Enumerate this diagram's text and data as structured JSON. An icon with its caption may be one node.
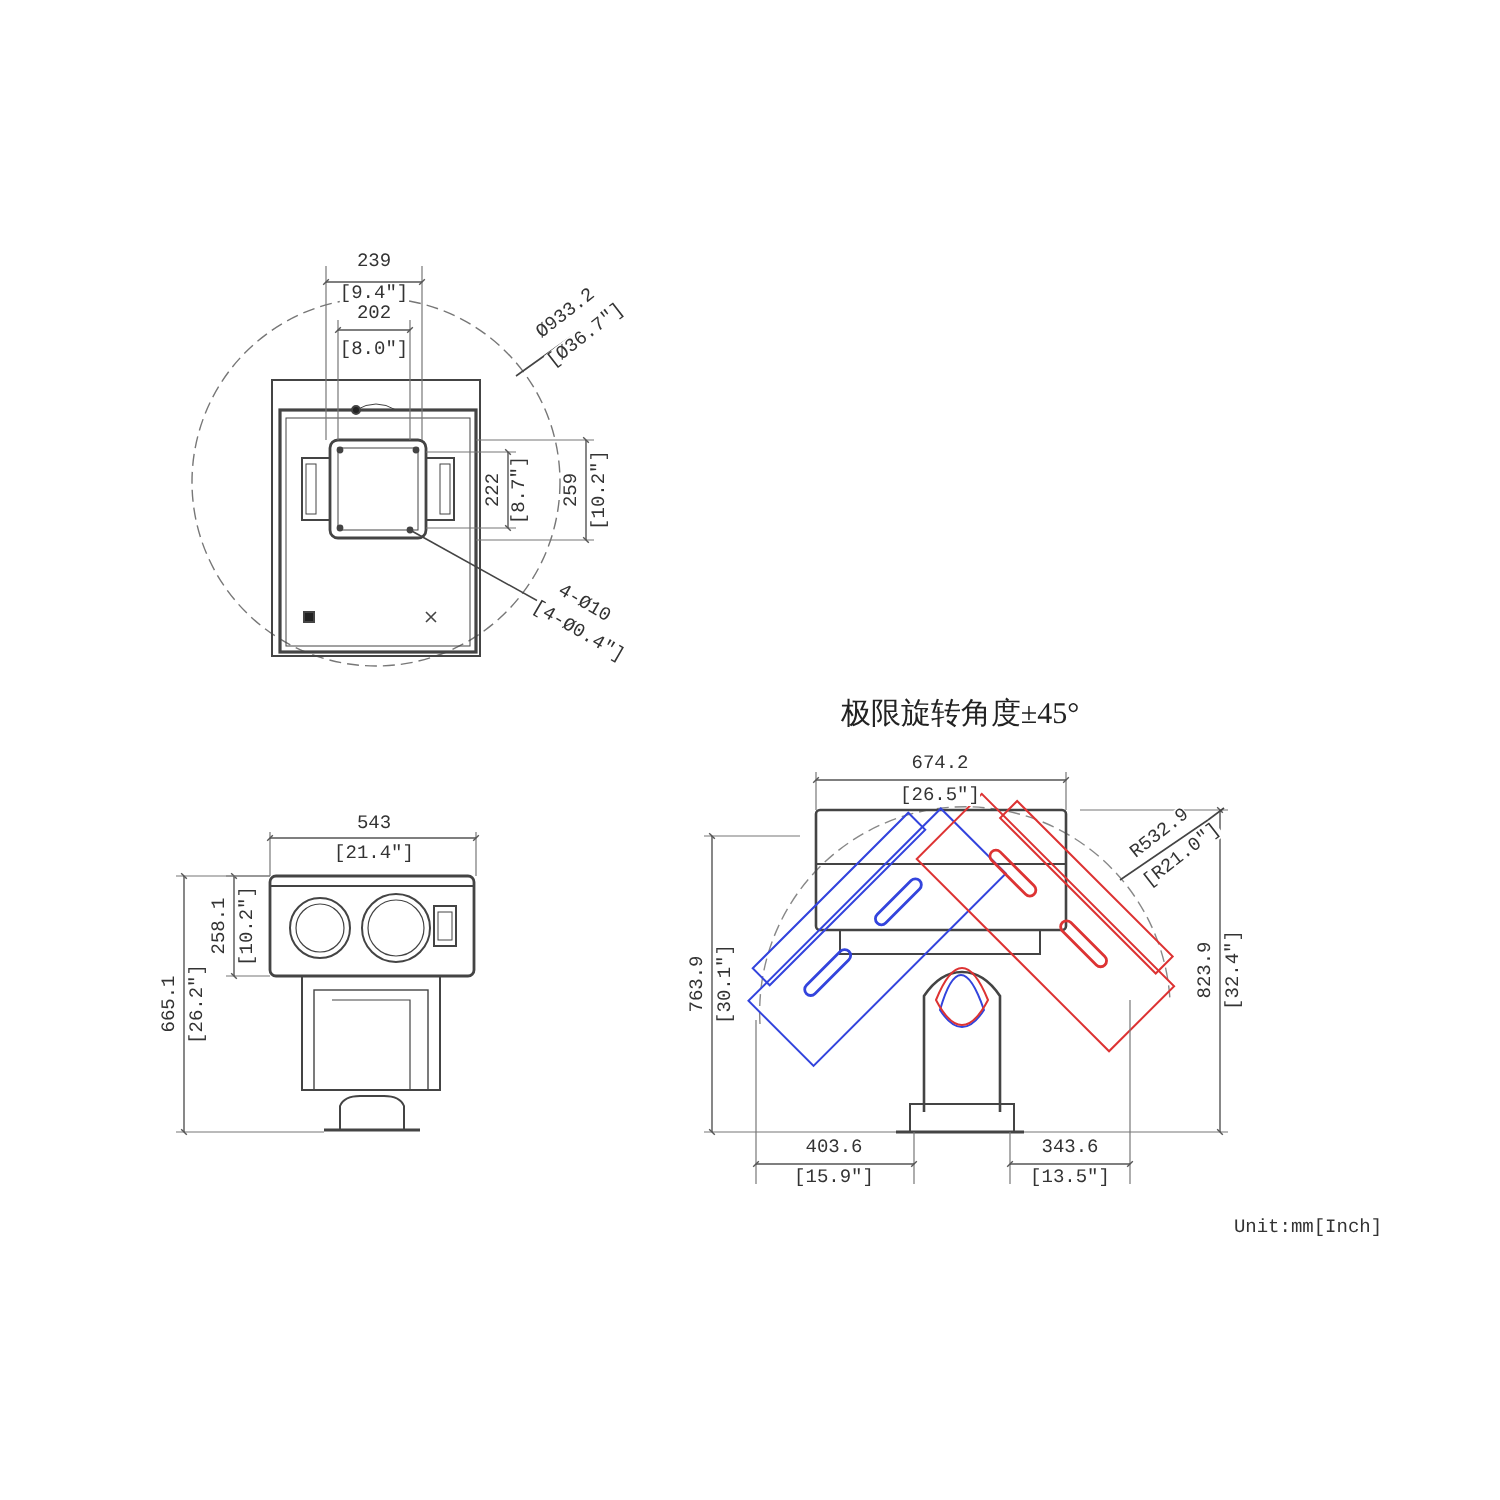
{
  "diagram": {
    "title": "极限旋转角度±45°",
    "labels": [
      "239",
      "[9.4\"]",
      "202",
      "[8.0\"]",
      "Ø933.2",
      "[Ø36.7\"]",
      "222",
      "[8.7\"]",
      "259",
      "[10.2\"]",
      "4-Ø10",
      "[4-Ø0.4\"]",
      "543",
      "[21.4\"]",
      "674.2",
      "[26.5\"]",
      "R532.9",
      "[R21.0\"]",
      "258.1",
      "[10.2\"]",
      "665.1",
      "[26.2\"]",
      "763.9",
      "[30.1\"]",
      "823.9",
      "[32.4\"]",
      "403.6",
      "[15.9\"]",
      "343.6",
      "[13.5\"]",
      "Unit:mm[Inch]"
    ]
  }
}
